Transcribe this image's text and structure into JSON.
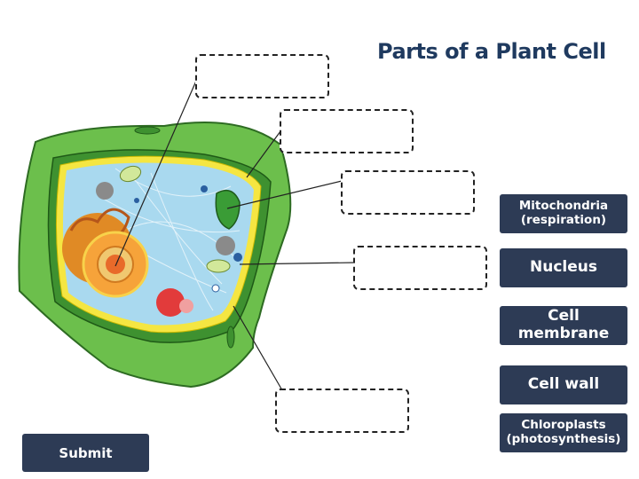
{
  "title": "Parts of a Plant Cell",
  "labels": [
    {
      "line1": "Mitochondria",
      "line2": "(respiration)"
    },
    {
      "line1": "Nucleus",
      "line2": ""
    },
    {
      "line1": "Cell membrane",
      "line2": ""
    },
    {
      "line1": "Cell wall",
      "line2": ""
    },
    {
      "line1": "Chloroplasts",
      "line2": "(photosynthesis)"
    }
  ],
  "drop_zones": [
    "",
    "",
    "",
    "",
    ""
  ],
  "submit_label": "Submit",
  "colors": {
    "navy": "#2d3b55",
    "title": "#1f3a5f",
    "wall": "#6cbf4c",
    "cytoplasm": "#a9d9ef",
    "membrane": "#f5e642"
  }
}
